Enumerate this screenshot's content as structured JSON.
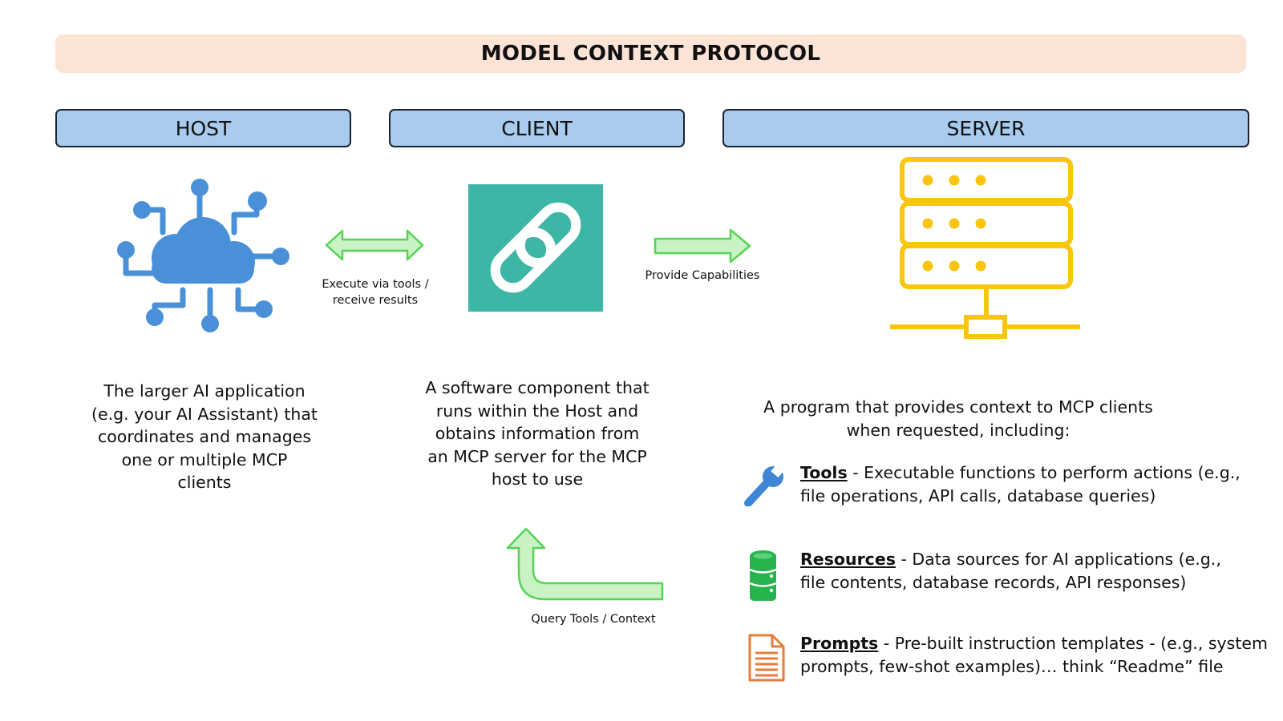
{
  "title": "MODEL CONTEXT PROTOCOL",
  "columns": {
    "host": {
      "header": "HOST",
      "icon": "ai-cloud-network-icon",
      "description_lines": [
        "The larger AI application",
        "(e.g. your AI Assistant) that",
        "coordinates and manages",
        "one or multiple MCP",
        "clients"
      ]
    },
    "client": {
      "header": "CLIENT",
      "icon": "chain-link-icon",
      "description_lines": [
        "A software component that",
        "runs within the Host and",
        "obtains information from",
        "an MCP server for the MCP",
        "host to use"
      ]
    },
    "server": {
      "header": "SERVER",
      "icon": "server-rack-icon",
      "description_lines": [
        "A program that provides context to MCP clients",
        "when requested, including:"
      ]
    }
  },
  "arrows": {
    "host_client": {
      "label_lines": [
        "Execute via tools /",
        "receive results"
      ]
    },
    "client_server": {
      "label": "Provide Capabilities"
    },
    "server_client": {
      "label": "Query Tools / Context"
    }
  },
  "capabilities": [
    {
      "icon": "wrench-icon",
      "name": "Tools",
      "lines": [
        " - Executable functions to perform actions (e.g.,",
        "file operations, API calls, database queries)"
      ]
    },
    {
      "icon": "database-icon",
      "name": "Resources",
      "lines": [
        " - Data sources for AI applications (e.g.,",
        "file contents, database records, API responses)"
      ]
    },
    {
      "icon": "document-icon",
      "name": "Prompts",
      "lines": [
        " - Pre-built instruction templates - (e.g., system",
        "prompts, few-shot examples)… think “Readme” file"
      ]
    }
  ],
  "colors": {
    "banner_bg": "#fbe3d6",
    "header_bg": "#a9cbee",
    "header_border": "#1b2330",
    "host_icon": "#4a90d9",
    "client_tile": "#3db6a6",
    "server_icon": "#f9c50e",
    "arrow_fill": "#c9f2c5",
    "arrow_stroke": "#55d455",
    "wrench": "#3f86d6",
    "database": "#27b34d",
    "document": "#e77d3a"
  }
}
